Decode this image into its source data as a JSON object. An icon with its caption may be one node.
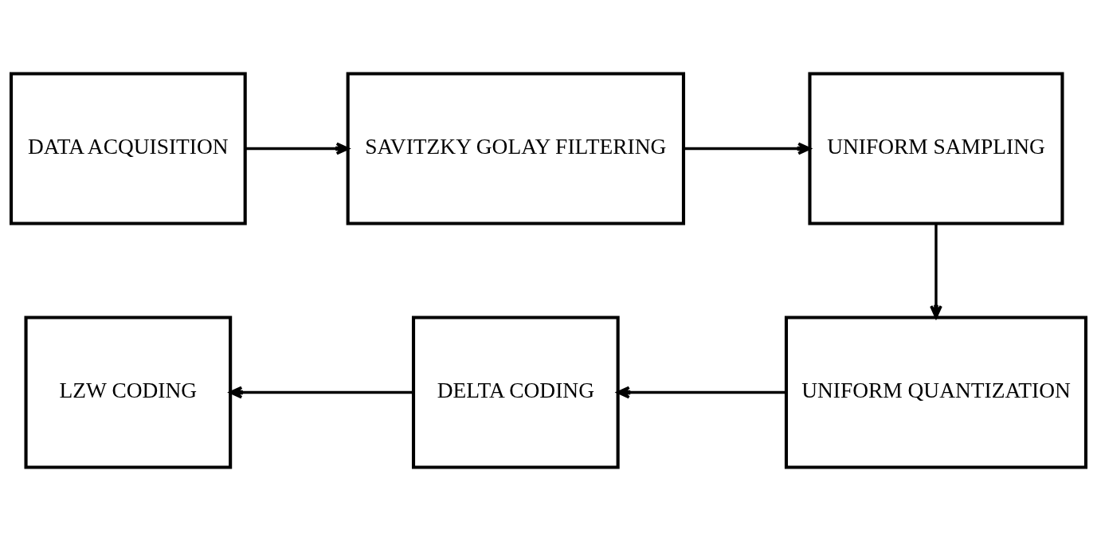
{
  "diagram": {
    "nodes": [
      {
        "text": [
          "DATA ACQUISITION"
        ]
      },
      {
        "text": [
          "SAVITZKY GOLAY FILTERING"
        ]
      },
      {
        "text": [
          "UNIFORM SAMPLING"
        ]
      },
      {
        "text": [
          "LZW CODING"
        ]
      },
      {
        "text": [
          "DELTA CODING"
        ]
      },
      {
        "text": [
          "UNIFORM QUANTIZATION"
        ]
      }
    ],
    "edges": [
      {
        "from": 0,
        "to": 1,
        "arrow": "to"
      },
      {
        "from": 1,
        "to": 2,
        "arrow": "to"
      },
      {
        "from": 2,
        "to": 5,
        "arrow": "to"
      },
      {
        "from": 5,
        "to": 4,
        "arrow": "to"
      },
      {
        "from": 4,
        "to": 3,
        "arrow": "to"
      }
    ]
  }
}
